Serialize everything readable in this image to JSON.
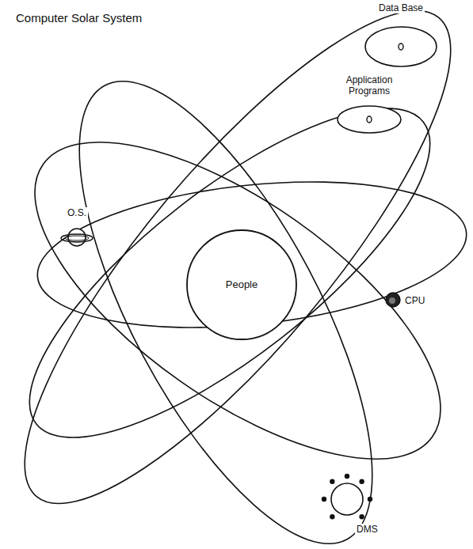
{
  "diagram": {
    "title": "Computer Solar System",
    "nodes": [
      {
        "text": [
          "Data Base"
        ]
      },
      {
        "text": [
          "Application Programs"
        ]
      },
      {
        "text": [
          "O.S."
        ]
      },
      {
        "text": [
          "CPU"
        ]
      },
      {
        "text": [
          "People"
        ]
      },
      {
        "text": [
          "DMS"
        ]
      }
    ]
  }
}
